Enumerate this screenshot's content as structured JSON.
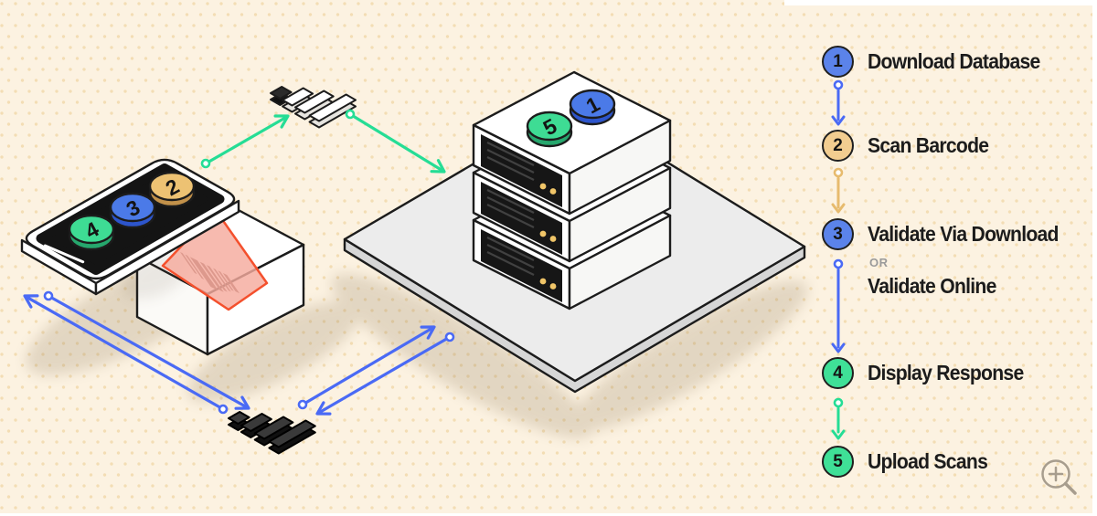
{
  "colors": {
    "background": "#fcf2e1",
    "dot": "#f3ddb4",
    "text": "#1c1c1c",
    "or_gray": "#9a9a9a",
    "legend_blue": "#5b83ea",
    "legend_amber": "#f2cd90",
    "legend_green": "#3fe097",
    "arrow_blue": "#4a6af5",
    "arrow_amber": "#e7bb6e",
    "arrow_green": "#25dd95",
    "coin_blue_top": "#4b7ae8",
    "coin_blue_rim": "#2d55cc",
    "coin_green_top": "#3edc94",
    "coin_green_rim": "#26a76d",
    "coin_amber_top": "#edc273",
    "coin_amber_rim": "#c2914a",
    "beam_fill": "#f5ab9e",
    "beam_stroke": "#f4502d",
    "barcode_bars": "#714a42",
    "platform_top": "#ececec",
    "platform_side": "#d6d6d6",
    "magnifier_gray": "#a79d8e"
  },
  "legend": {
    "steps": [
      {
        "num": "1",
        "label": "Download Database"
      },
      {
        "num": "2",
        "label": "Scan Barcode"
      },
      {
        "num": "3",
        "label": "Validate Via Download",
        "or": "OR",
        "alt_label": "Validate Online"
      },
      {
        "num": "4",
        "label": "Display Response"
      },
      {
        "num": "5",
        "label": "Upload Scans"
      }
    ]
  },
  "scene": {
    "phone_badges": [
      {
        "num": "4"
      },
      {
        "num": "3"
      },
      {
        "num": "2"
      }
    ],
    "server_badges": [
      {
        "num": "5"
      },
      {
        "num": "1"
      }
    ]
  }
}
